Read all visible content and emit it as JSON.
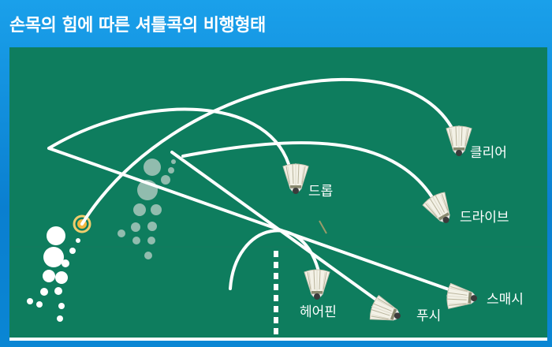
{
  "title": "손목의 힘에 따른 셔틀콕의 비행형태",
  "colors": {
    "background": "#0b8fd8",
    "court": "#0e7d5e",
    "line": "#ffffff",
    "shuttle_ball": "#f4b740"
  },
  "shots": [
    {
      "id": "clear",
      "label": "클리어"
    },
    {
      "id": "drop",
      "label": "드롭"
    },
    {
      "id": "drive",
      "label": "드라이브"
    },
    {
      "id": "hairpin",
      "label": "헤어핀"
    },
    {
      "id": "push",
      "label": "푸시"
    },
    {
      "id": "smash",
      "label": "스매시"
    }
  ]
}
